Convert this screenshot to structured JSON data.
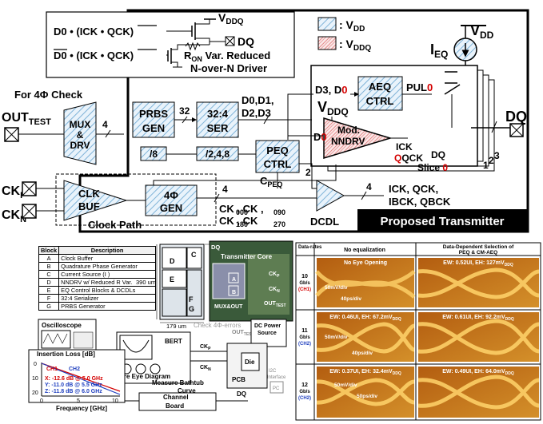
{
  "driver_box": {
    "vddq": "V",
    "vddq_sub": "DDQ",
    "eq1": "D0 • (ICK • QCK)",
    "eq2": "D0 • (ICK • QCK)",
    "dq": "DQ",
    "ron_line": "R  Var. Reduced",
    "ron_r": "R",
    "ron_sub": "ON",
    "ron_rest": " Var. Reduced",
    "nover": "N-over-N Driver"
  },
  "legend": {
    "vdd": ": V",
    "vdd_sub": "DD",
    "vddq": ": V",
    "vddq_sub": "DDQ"
  },
  "supply": {
    "vdd": "V",
    "vdd_sub": "DD",
    "ieq": "I",
    "ieq_sub": "EQ"
  },
  "check": {
    "title": "For 4Φ Check",
    "out": "OUT",
    "out_sub": "TEST",
    "mux1": "MUX",
    "mux2": "&",
    "mux3": "DRV",
    "bus4": "4"
  },
  "prbs": {
    "l1": "PRBS",
    "l2": "GEN",
    "bus": "32",
    "div": "/8"
  },
  "ser": {
    "l1": "32:4",
    "l2": "SER",
    "div": "/2,4,8"
  },
  "data_bus": {
    "l1": "D0,D1,",
    "l2": "D2,D3"
  },
  "aeq": {
    "l1": "AEQ",
    "l2": "CTRL",
    "in_d3": "D3, D",
    "in_zero": "0",
    "pul": "PUL",
    "pul_zero": "0"
  },
  "slice": {
    "vddq": "V",
    "vddq_sub": "DDQ",
    "d0": "D",
    "d0_zero": "0",
    "mod": "Mod.",
    "nndrv": "NNDRV",
    "ick": "ICK",
    "qck": "QCK",
    "q_red": "Q",
    "dq": "DQ",
    "slice": "Slice ",
    "slice_zero": "0",
    "n1": "1",
    "n2": "2",
    "n3": "3"
  },
  "peq": {
    "l1": "PEQ",
    "l2": "CTRL",
    "bus2": "2",
    "cpeq": "C",
    "cpeq_sub": "PEQ"
  },
  "clock": {
    "ckp": "CK",
    "ckp_sub": "P",
    "ckn": "CK",
    "ckn_sub": "N",
    "buf1": "CLK",
    "buf2": "BUF",
    "gen1": "4Φ",
    "gen2": "GEN",
    "bus4": "4",
    "path": "Clock Path",
    "ck_line1": "CK    , CK    ,",
    "ck_line2": "CK    , CK",
    "ck000": "000",
    "ck090": "090",
    "ck180": "180",
    "ck270": "270",
    "dcdl": "DCDL",
    "dcdl_bus": "4",
    "phase1": "ICK, QCK,",
    "phase2": "IBCK, QBCK"
  },
  "dq_out": "DQ",
  "proposed": "Proposed Transmitter",
  "blocks_table": {
    "header": [
      "Block",
      "Description"
    ],
    "rows": [
      [
        "A",
        "Clock Buffer"
      ],
      [
        "B",
        "Quadrature Phase Generator"
      ],
      [
        "C",
        "Current Source (I  )"
      ],
      [
        "D",
        "NNDRV w/ Reduced R   Var."
      ],
      [
        "E",
        "EQ Control Blocks & DCDLs"
      ],
      [
        "F",
        "32:4 Serializer"
      ],
      [
        "G",
        "PRBS Generator"
      ]
    ]
  },
  "die": {
    "h": "390 um",
    "w": "179 um",
    "labels": [
      "A",
      "B",
      "C",
      "D",
      "E",
      "F",
      "G"
    ],
    "dq": "DQ",
    "core": "Transmitter Core",
    "ckp": "CK",
    "ckp_sub": "P",
    "ckn": "CK",
    "ckn_sub": "N",
    "mux": "MUX&OUT",
    "out": "OUT",
    "out_sub": "TEST",
    "check": "Check 4Φ-errors"
  },
  "setup": {
    "osc": "Oscilloscope",
    "bert": "BERT",
    "ckp": "CK",
    "ckp_sub": "P",
    "ckn": "CK",
    "ckn_sub": "N",
    "out": "OUT",
    "out_sub": "TEST",
    "dc1": "DC Power",
    "dc2": "Source",
    "pcb": "PCB",
    "die": "Die",
    "i2c1": "I2C",
    "i2c2": "Interface",
    "pc": "PC",
    "dq": "DQ",
    "eye": "Measure Eye Diagram",
    "bath1": "Measure Bathtub",
    "bath2": "Curve",
    "channel": "Channel",
    "board": "Board"
  },
  "insertion": {
    "title": "Insertion Loss [dB]",
    "xlabel": "Frequency [GHz]",
    "yticks": [
      "0",
      "10",
      "20"
    ],
    "xticks": [
      "0",
      "5",
      "10"
    ],
    "ch1": "CH1",
    "ch2": "CH2",
    "pts": [
      "X: -12.6 dB @ 5.0 GHz",
      "Y: -11.0 dB @ 5.5 GHz",
      "Z: -11.8 dB @ 6.0 GHz"
    ]
  },
  "eye_table": {
    "h_rates": "Data-rates",
    "h_noeq": "No equalization",
    "h_peq1": "Data-Dependent Selection of",
    "h_peq2": "PEQ & CM-AEQ",
    "rows": [
      {
        "rate": "10",
        "unit": "Gb/s",
        "ch": "(CH1)",
        "noeq": "No Eye Opening",
        "peq": "EW: 0.52UI, EH: 127mV",
        "peq_sub": "DDQ",
        "vdiv": "50mV/div",
        "tdiv": "40ps/div"
      },
      {
        "rate": "11",
        "unit": "Gb/s",
        "ch": "(CH2)",
        "noeq": "EW: 0.46UI, EH: 67.2mV",
        "noeq_sub": "DDQ",
        "peq": "EW: 0.61UI, EH: 92.2mV",
        "peq_sub": "DDQ",
        "vdiv": "50mV/div",
        "tdiv": "40ps/div"
      },
      {
        "rate": "12",
        "unit": "Gb/s",
        "ch": "(CH2)",
        "noeq": "EW: 0.37UI, EH: 32.4mV",
        "noeq_sub": "DDQ",
        "peq": "EW: 0.49UI, EH: 64.0mV",
        "peq_sub": "DDQ",
        "vdiv": "50mV/div",
        "tdiv": "50ps/div"
      }
    ]
  },
  "colors": {
    "vdd_hatch": "#7fb3d8",
    "vddq_hatch": "#e07070",
    "ch1": "#d40000",
    "ch2": "#1f3fbf",
    "eye_bg": "#c87a1a"
  }
}
